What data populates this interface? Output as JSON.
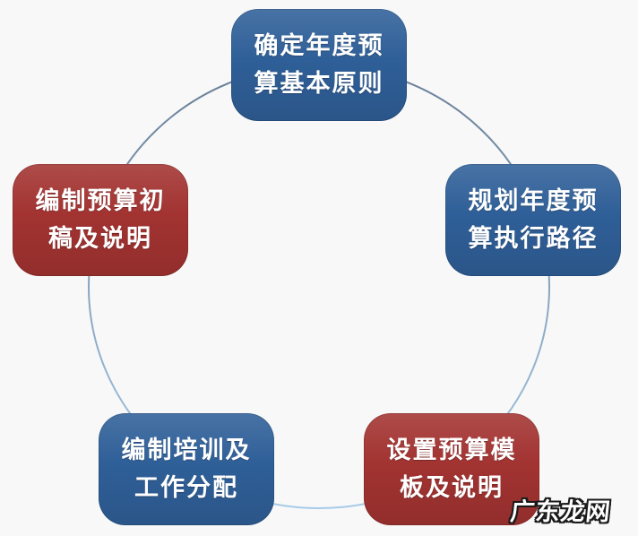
{
  "diagram": {
    "type": "cycle",
    "nodes": [
      {
        "id": "define-annual-budget-principles",
        "position": "top",
        "color_key": "blue",
        "label": "确定年度预算基本原则",
        "lines": [
          "确定年度预",
          "算基本原则"
        ]
      },
      {
        "id": "plan-annual-budget-execution-path",
        "position": "right",
        "color_key": "blue",
        "label": "规划年度预算执行路径",
        "lines": [
          "规划年度预",
          "算执行路径"
        ]
      },
      {
        "id": "set-budget-template-and-notes",
        "position": "bottom-right",
        "color_key": "red",
        "label": "设置预算模板及说明",
        "lines": [
          "设置预算模",
          "板及说明"
        ]
      },
      {
        "id": "prepare-training-and-work-allocation",
        "position": "bottom-left",
        "color_key": "blue",
        "label": "编制培训及工作分配",
        "lines": [
          "编制培训及",
          "工作分配"
        ]
      },
      {
        "id": "draft-budget-and-notes",
        "position": "left",
        "color_key": "red",
        "label": "编制预算初稿及说明",
        "lines": [
          "编制预算初",
          "稿及说明"
        ]
      }
    ],
    "colors": {
      "blue": "#2f5f98",
      "red": "#a23331",
      "circle_top": "#697e95",
      "circle_bottom": "#a6cbe9",
      "background": "#f8f8f8",
      "node_text": "#ffffff"
    }
  },
  "watermark": {
    "text": "广东龙网",
    "fill": "#ffffff",
    "outline": "#1a1a1a"
  }
}
